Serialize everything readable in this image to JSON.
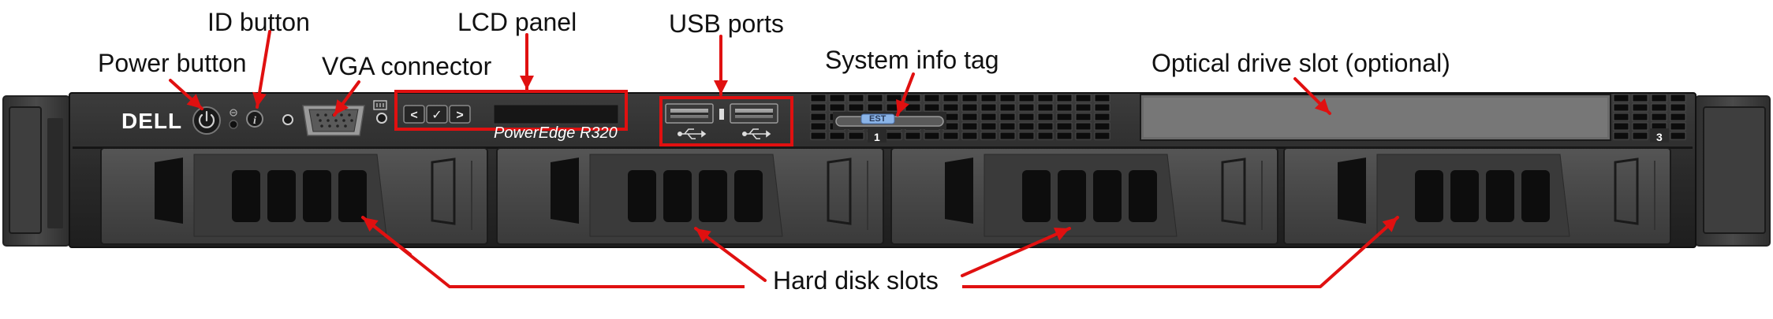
{
  "server": {
    "brand": "DELL",
    "model": "PowerEdge R320",
    "service_tag_text": "EST",
    "bay_left_number": "1",
    "bay_right_number": "3",
    "lcd_buttons": [
      "<",
      "✓",
      ">"
    ],
    "hard_disk_slot_count": 4,
    "usb_port_count": 2
  },
  "labels": {
    "power_button": "Power button",
    "id_button": "ID button",
    "vga_connector": "VGA connector",
    "lcd_panel": "LCD panel",
    "usb_ports": "USB ports",
    "system_info_tag": "System info tag",
    "optical_drive_slot": "Optical drive slot (optional)",
    "hard_disk_slots": "Hard disk slots"
  },
  "colors": {
    "callout_red": "#e01010",
    "chassis_dark": "#2b2b2b",
    "drive_bay": "#4a4a4a",
    "rack_ear": "#3a3a3a",
    "service_tag_blue": "#8ab4e8"
  }
}
